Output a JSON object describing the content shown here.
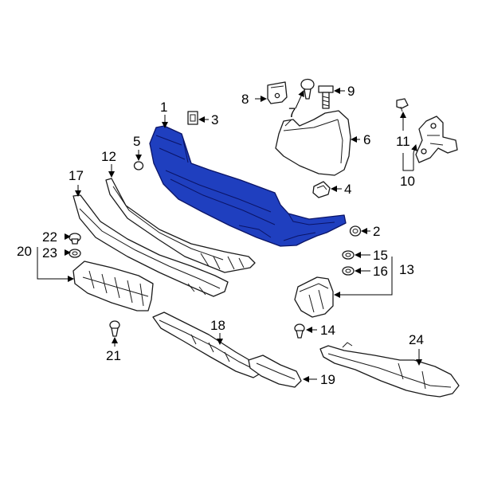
{
  "highlight_color": "#1f3fbf",
  "callouts": {
    "c1": "1",
    "c2": "2",
    "c3": "3",
    "c4": "4",
    "c5": "5",
    "c6": "6",
    "c7": "7",
    "c8": "8",
    "c9": "9",
    "c10": "10",
    "c11": "11",
    "c12": "12",
    "c13": "13",
    "c14": "14",
    "c15": "15",
    "c16": "16",
    "c17": "17",
    "c18": "18",
    "c19": "19",
    "c20": "20",
    "c21": "21",
    "c22": "22",
    "c23": "23",
    "c24": "24"
  }
}
